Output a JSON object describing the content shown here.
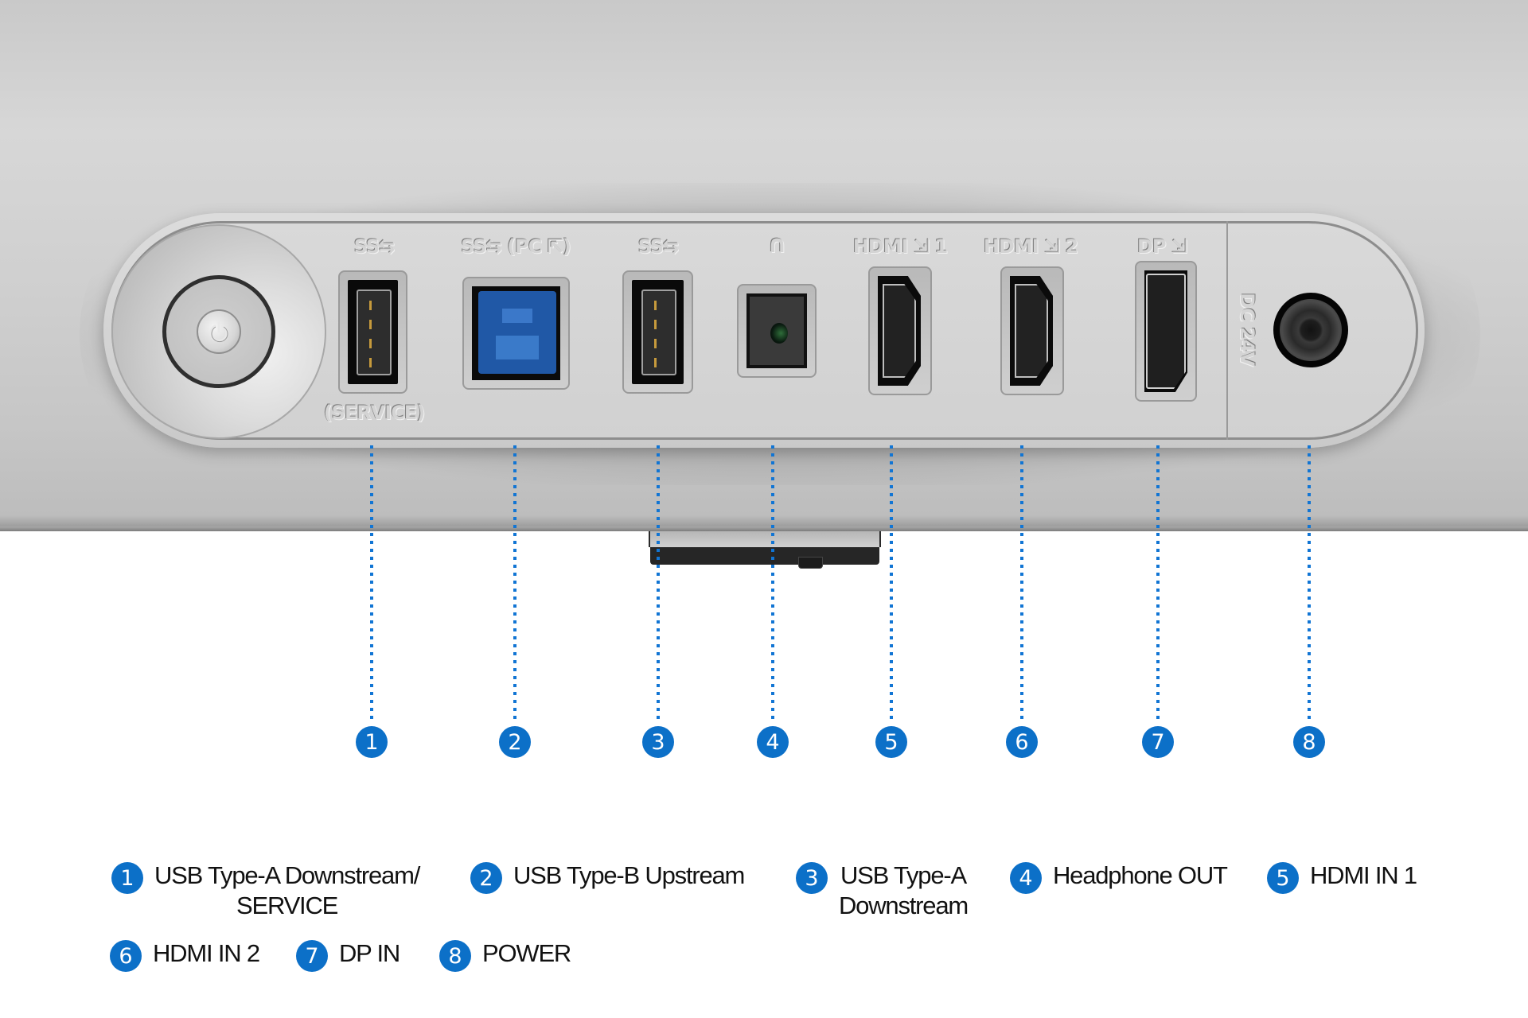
{
  "panel": {
    "labels": {
      "usb_a_service": "SS⇆",
      "usb_b": "SS⇆ (PC ⇱)",
      "usb_a": "SS⇆",
      "headphone": "∩",
      "hdmi1": "HDMI ⇲ 1",
      "hdmi2": "HDMI ⇲ 2",
      "dp": "DP ⇲",
      "service": "(SERVICE)",
      "dc": "DC 24V"
    }
  },
  "callouts": [
    {
      "number": "1"
    },
    {
      "number": "2"
    },
    {
      "number": "3"
    },
    {
      "number": "4"
    },
    {
      "number": "5"
    },
    {
      "number": "6"
    },
    {
      "number": "7"
    },
    {
      "number": "8"
    }
  ],
  "legend": [
    {
      "number": "1",
      "line1": "USB Type-A Downstream/",
      "line2": "SERVICE"
    },
    {
      "number": "2",
      "line1": "USB Type-B Upstream"
    },
    {
      "number": "3",
      "line1": "USB Type-A",
      "line2": "Downstream"
    },
    {
      "number": "4",
      "line1": "Headphone OUT"
    },
    {
      "number": "5",
      "line1": "HDMI IN 1"
    },
    {
      "number": "6",
      "line1": "HDMI IN 2"
    },
    {
      "number": "7",
      "line1": "DP IN"
    },
    {
      "number": "8",
      "line1": "POWER"
    }
  ],
  "colors": {
    "accent": "#0c70c8",
    "leader_line": "#1175d4",
    "panel": "#d4d4d4",
    "usb_b_blue": "#2058a6"
  }
}
